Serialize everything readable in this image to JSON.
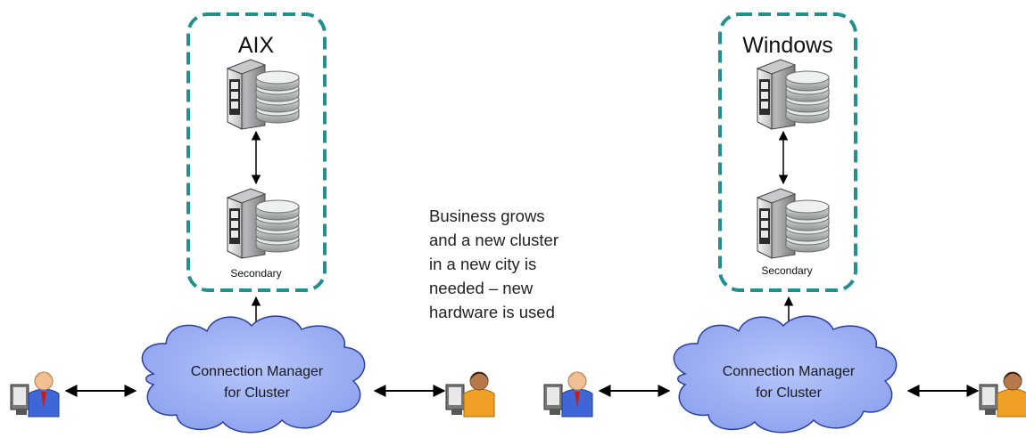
{
  "clusters": [
    {
      "platform_title": "AIX",
      "secondary_label": "Secondary",
      "connection_manager_lines": [
        "Connection Manager",
        "for Cluster"
      ]
    },
    {
      "platform_title": "Windows",
      "secondary_label": "Secondary",
      "connection_manager_lines": [
        "Connection Manager",
        "for Cluster"
      ]
    }
  ],
  "note_lines": [
    "Business grows",
    "and a new cluster",
    "in a new city is",
    "needed – new",
    "hardware is used"
  ],
  "colors": {
    "cluster_border": "#22908e",
    "cloud_fill": "#9eb1f5",
    "cloud_stroke": "#2a3f9e",
    "server_body": "#8e8e90",
    "database_disk": "#a5aaa9",
    "user_shirt_blue": "#3f66d6",
    "user_shirt_orange": "#f0a025"
  },
  "icons": [
    "server-icon",
    "database-icon",
    "user-workstation-icon",
    "cloud-icon",
    "double-arrow-icon"
  ]
}
